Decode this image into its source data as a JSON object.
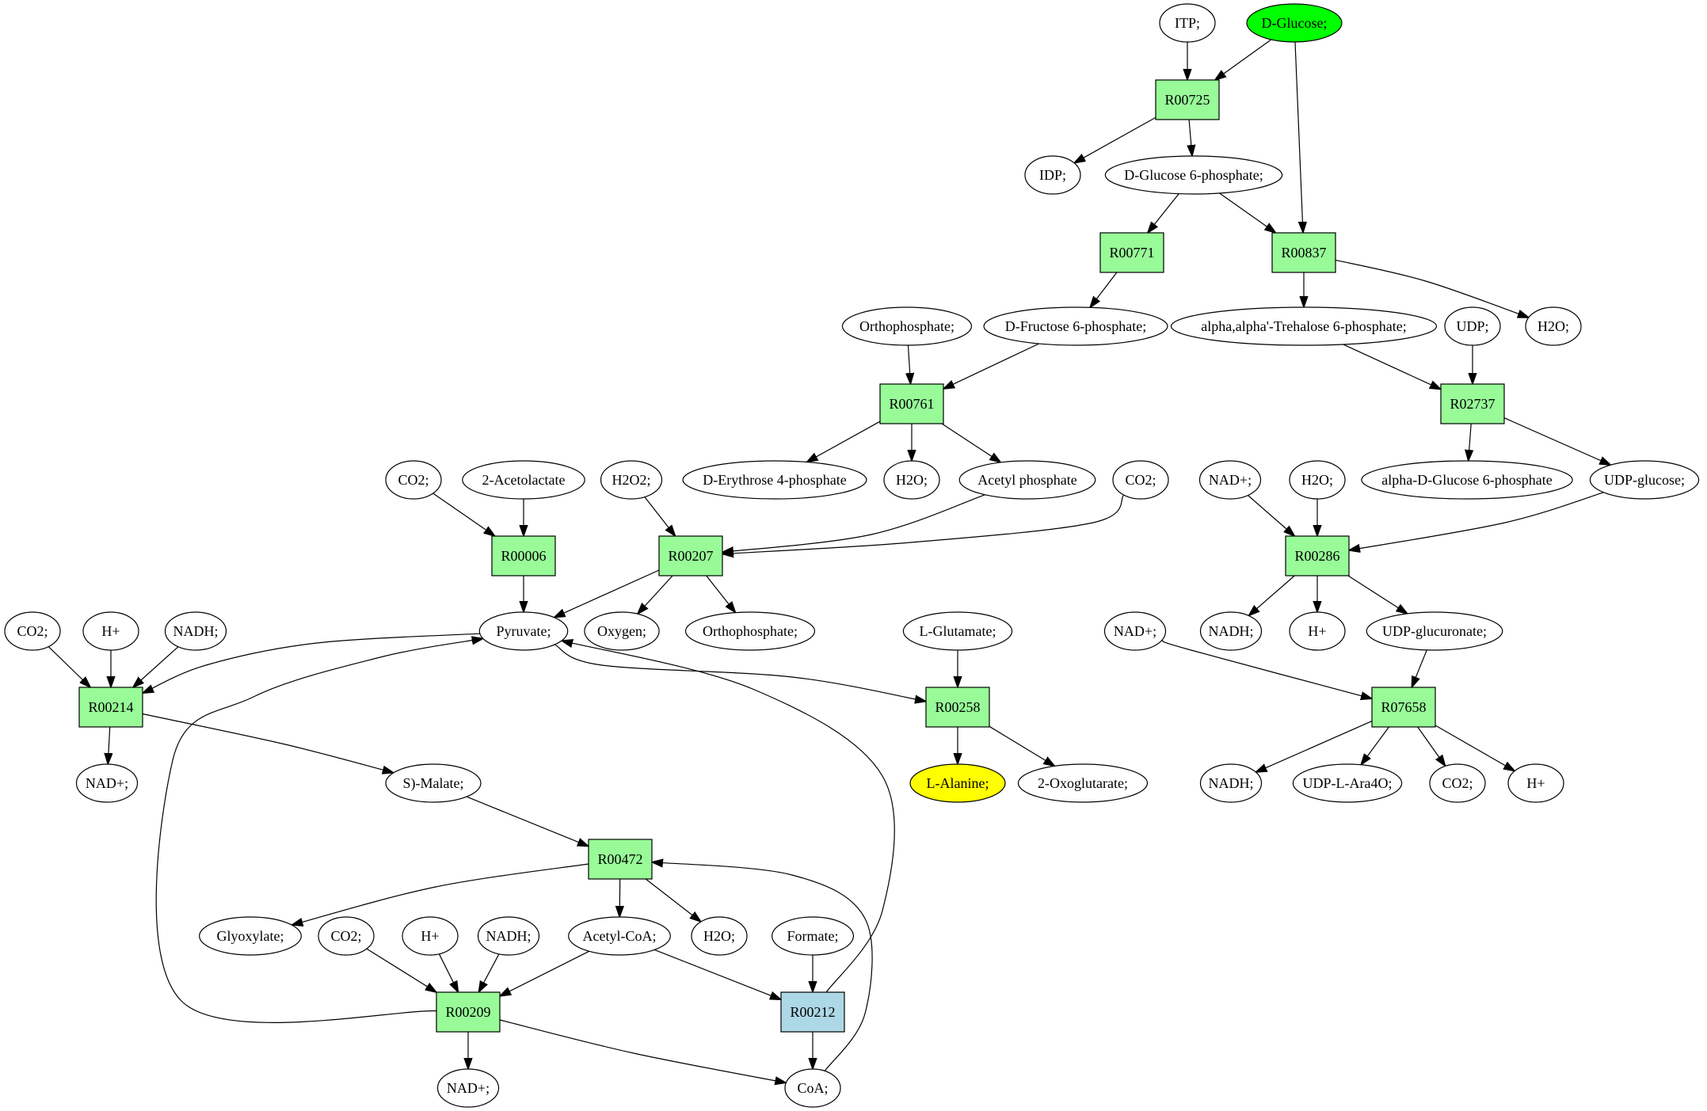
{
  "diagram": {
    "type": "metabolic-pathway-graph",
    "colors": {
      "reaction_default": "#98fb98",
      "reaction_highlight": "#add8e6",
      "compound_default": "#ffffff",
      "compound_source": "#00ff00",
      "compound_target": "#ffff00",
      "edge": "#000000"
    },
    "nodes": [
      {
        "id": "ITP",
        "label": "ITP;",
        "kind": "compound"
      },
      {
        "id": "DGlucose",
        "label": "D-Glucose;",
        "kind": "compound",
        "role": "source"
      },
      {
        "id": "R00725",
        "label": "R00725",
        "kind": "reaction"
      },
      {
        "id": "IDP",
        "label": "IDP;",
        "kind": "compound"
      },
      {
        "id": "DG6P",
        "label": "D-Glucose 6-phosphate;",
        "kind": "compound"
      },
      {
        "id": "R00771",
        "label": "R00771",
        "kind": "reaction"
      },
      {
        "id": "R00837",
        "label": "R00837",
        "kind": "reaction"
      },
      {
        "id": "Ortho1",
        "label": "Orthophosphate;",
        "kind": "compound"
      },
      {
        "id": "DF6P",
        "label": "D-Fructose 6-phosphate;",
        "kind": "compound"
      },
      {
        "id": "Treh6P",
        "label": "alpha,alpha'-Trehalose 6-phosphate;",
        "kind": "compound"
      },
      {
        "id": "UDP",
        "label": "UDP;",
        "kind": "compound"
      },
      {
        "id": "H2O_a",
        "label": "H2O;",
        "kind": "compound"
      },
      {
        "id": "R00761",
        "label": "R00761",
        "kind": "reaction"
      },
      {
        "id": "R02737",
        "label": "R02737",
        "kind": "reaction"
      },
      {
        "id": "CO2_a",
        "label": "CO2;",
        "kind": "compound"
      },
      {
        "id": "Acetolactate",
        "label": "2-Acetolactate",
        "kind": "compound"
      },
      {
        "id": "H2O2",
        "label": "H2O2;",
        "kind": "compound"
      },
      {
        "id": "DE4P",
        "label": "D-Erythrose 4-phosphate",
        "kind": "compound"
      },
      {
        "id": "H2O_b",
        "label": "H2O;",
        "kind": "compound"
      },
      {
        "id": "AcetylP",
        "label": "Acetyl phosphate",
        "kind": "compound"
      },
      {
        "id": "CO2_b",
        "label": "CO2;",
        "kind": "compound"
      },
      {
        "id": "NADp_a",
        "label": "NAD+;",
        "kind": "compound"
      },
      {
        "id": "H2O_c",
        "label": "H2O;",
        "kind": "compound"
      },
      {
        "id": "aDG6P",
        "label": "alpha-D-Glucose 6-phosphate",
        "kind": "compound"
      },
      {
        "id": "UDPglc",
        "label": "UDP-glucose;",
        "kind": "compound"
      },
      {
        "id": "R00006",
        "label": "R00006",
        "kind": "reaction"
      },
      {
        "id": "R00207",
        "label": "R00207",
        "kind": "reaction"
      },
      {
        "id": "R00286",
        "label": "R00286",
        "kind": "reaction"
      },
      {
        "id": "CO2_c",
        "label": "CO2;",
        "kind": "compound"
      },
      {
        "id": "Hp_a",
        "label": "H+",
        "kind": "compound"
      },
      {
        "id": "NADH_a",
        "label": "NADH;",
        "kind": "compound"
      },
      {
        "id": "Pyruvate",
        "label": "Pyruvate;",
        "kind": "compound"
      },
      {
        "id": "Oxygen",
        "label": "Oxygen;",
        "kind": "compound"
      },
      {
        "id": "Ortho2",
        "label": "Orthophosphate;",
        "kind": "compound"
      },
      {
        "id": "LGlu",
        "label": "L-Glutamate;",
        "kind": "compound"
      },
      {
        "id": "NADp_b",
        "label": "NAD+;",
        "kind": "compound"
      },
      {
        "id": "NADH_b",
        "label": "NADH;",
        "kind": "compound"
      },
      {
        "id": "Hp_b",
        "label": "H+",
        "kind": "compound"
      },
      {
        "id": "UDPglcA",
        "label": "UDP-glucuronate;",
        "kind": "compound"
      },
      {
        "id": "R00214",
        "label": "R00214",
        "kind": "reaction"
      },
      {
        "id": "R00258",
        "label": "R00258",
        "kind": "reaction"
      },
      {
        "id": "R07658",
        "label": "R07658",
        "kind": "reaction"
      },
      {
        "id": "NADp_c",
        "label": "NAD+;",
        "kind": "compound"
      },
      {
        "id": "Malate",
        "label": "S)-Malate;",
        "kind": "compound"
      },
      {
        "id": "LAla",
        "label": "L-Alanine;",
        "kind": "compound",
        "role": "target"
      },
      {
        "id": "Oxoglut",
        "label": "2-Oxoglutarate;",
        "kind": "compound"
      },
      {
        "id": "NADH_c",
        "label": "NADH;",
        "kind": "compound"
      },
      {
        "id": "UDPLAra",
        "label": "UDP-L-Ara4O;",
        "kind": "compound"
      },
      {
        "id": "CO2_d",
        "label": "CO2;",
        "kind": "compound"
      },
      {
        "id": "Hp_c",
        "label": "H+",
        "kind": "compound"
      },
      {
        "id": "R00472",
        "label": "R00472",
        "kind": "reaction"
      },
      {
        "id": "Glyoxylate",
        "label": "Glyoxylate;",
        "kind": "compound"
      },
      {
        "id": "CO2_e",
        "label": "CO2;",
        "kind": "compound"
      },
      {
        "id": "Hp_d",
        "label": "H+",
        "kind": "compound"
      },
      {
        "id": "NADH_d",
        "label": "NADH;",
        "kind": "compound"
      },
      {
        "id": "AcCoA",
        "label": "Acetyl-CoA;",
        "kind": "compound"
      },
      {
        "id": "H2O_d",
        "label": "H2O;",
        "kind": "compound"
      },
      {
        "id": "Formate",
        "label": "Formate;",
        "kind": "compound"
      },
      {
        "id": "R00209",
        "label": "R00209",
        "kind": "reaction"
      },
      {
        "id": "R00212",
        "label": "R00212",
        "kind": "reaction",
        "role": "highlight"
      },
      {
        "id": "NADp_d",
        "label": "NAD+;",
        "kind": "compound"
      },
      {
        "id": "CoA",
        "label": "CoA;",
        "kind": "compound"
      }
    ],
    "edges": [
      [
        "ITP",
        "R00725"
      ],
      [
        "DGlucose",
        "R00725"
      ],
      [
        "DGlucose",
        "R00837"
      ],
      [
        "R00725",
        "IDP"
      ],
      [
        "R00725",
        "DG6P"
      ],
      [
        "DG6P",
        "R00771"
      ],
      [
        "DG6P",
        "R00837"
      ],
      [
        "R00771",
        "DF6P"
      ],
      [
        "R00837",
        "Treh6P"
      ],
      [
        "R00837",
        "H2O_a"
      ],
      [
        "Ortho1",
        "R00761"
      ],
      [
        "DF6P",
        "R00761"
      ],
      [
        "Treh6P",
        "R02737"
      ],
      [
        "UDP",
        "R02737"
      ],
      [
        "R00761",
        "DE4P"
      ],
      [
        "R00761",
        "H2O_b"
      ],
      [
        "R00761",
        "AcetylP"
      ],
      [
        "R02737",
        "aDG6P"
      ],
      [
        "R02737",
        "UDPglc"
      ],
      [
        "CO2_a",
        "R00006"
      ],
      [
        "Acetolactate",
        "R00006"
      ],
      [
        "H2O2",
        "R00207"
      ],
      [
        "AcetylP",
        "R00207"
      ],
      [
        "CO2_b",
        "R00207"
      ],
      [
        "NADp_a",
        "R00286"
      ],
      [
        "H2O_c",
        "R00286"
      ],
      [
        "UDPglc",
        "R00286"
      ],
      [
        "R00006",
        "Pyruvate"
      ],
      [
        "R00207",
        "Pyruvate"
      ],
      [
        "R00207",
        "Oxygen"
      ],
      [
        "R00207",
        "Ortho2"
      ],
      [
        "R00286",
        "NADH_b"
      ],
      [
        "R00286",
        "Hp_b"
      ],
      [
        "R00286",
        "UDPglcA"
      ],
      [
        "CO2_c",
        "R00214"
      ],
      [
        "Hp_a",
        "R00214"
      ],
      [
        "NADH_a",
        "R00214"
      ],
      [
        "Pyruvate",
        "R00214"
      ],
      [
        "Pyruvate",
        "R00258"
      ],
      [
        "LGlu",
        "R00258"
      ],
      [
        "NADp_b",
        "R07658"
      ],
      [
        "UDPglcA",
        "R07658"
      ],
      [
        "R00214",
        "NADp_c"
      ],
      [
        "R00214",
        "Malate"
      ],
      [
        "R00258",
        "LAla"
      ],
      [
        "R00258",
        "Oxoglut"
      ],
      [
        "R07658",
        "NADH_c"
      ],
      [
        "R07658",
        "UDPLAra"
      ],
      [
        "R07658",
        "CO2_d"
      ],
      [
        "R07658",
        "Hp_c"
      ],
      [
        "Malate",
        "R00472"
      ],
      [
        "CoA",
        "R00472"
      ],
      [
        "R00472",
        "Glyoxylate"
      ],
      [
        "R00472",
        "AcCoA"
      ],
      [
        "R00472",
        "H2O_d"
      ],
      [
        "CO2_e",
        "R00209"
      ],
      [
        "Hp_d",
        "R00209"
      ],
      [
        "NADH_d",
        "R00209"
      ],
      [
        "AcCoA",
        "R00209"
      ],
      [
        "AcCoA",
        "R00212"
      ],
      [
        "Formate",
        "R00212"
      ],
      [
        "R00209",
        "Pyruvate"
      ],
      [
        "R00209",
        "NADp_d"
      ],
      [
        "R00209",
        "CoA"
      ],
      [
        "R00212",
        "CoA"
      ],
      [
        "R00212",
        "Pyruvate"
      ]
    ]
  }
}
